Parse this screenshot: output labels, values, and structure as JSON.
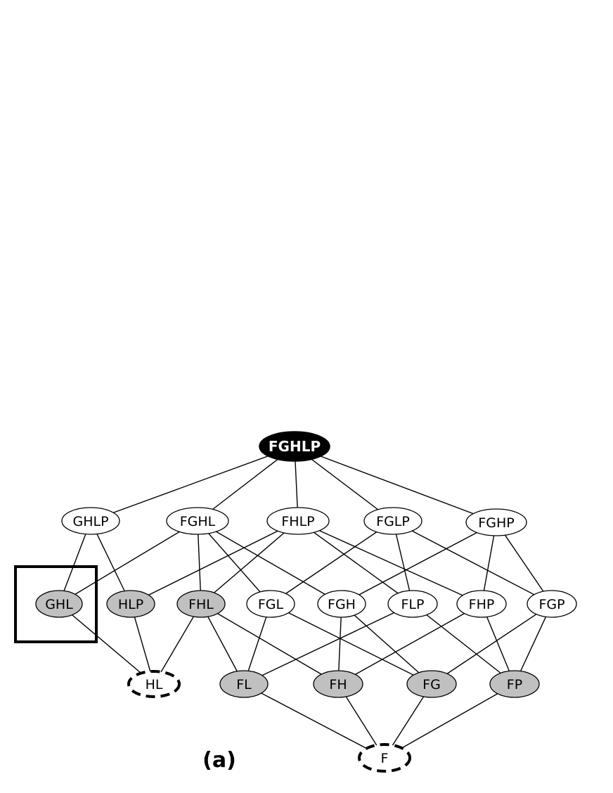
{
  "caption": "(a)",
  "colors": {
    "root_fill": "#000000",
    "shaded_fill": "#c0c0c0",
    "plain_fill": "#ffffff",
    "stroke": "#000000"
  },
  "nodes": {
    "FGHLP": {
      "label": "FGHLP",
      "style": "root"
    },
    "GHLP": {
      "label": "GHLP",
      "style": "plain"
    },
    "FGHL": {
      "label": "FGHL",
      "style": "plain"
    },
    "FHLP": {
      "label": "FHLP",
      "style": "plain"
    },
    "FGLP": {
      "label": "FGLP",
      "style": "plain"
    },
    "FGHP": {
      "label": "FGHP",
      "style": "plain"
    },
    "GHL": {
      "label": "GHL",
      "style": "shaded",
      "boxed": true
    },
    "HLP": {
      "label": "HLP",
      "style": "shaded"
    },
    "FHL": {
      "label": "FHL",
      "style": "shaded"
    },
    "FGL": {
      "label": "FGL",
      "style": "plain"
    },
    "FGH": {
      "label": "FGH",
      "style": "plain"
    },
    "FLP": {
      "label": "FLP",
      "style": "plain"
    },
    "FHP": {
      "label": "FHP",
      "style": "plain"
    },
    "FGP": {
      "label": "FGP",
      "style": "plain"
    },
    "HL": {
      "label": "HL",
      "style": "dashed"
    },
    "FL": {
      "label": "FL",
      "style": "shaded"
    },
    "FH": {
      "label": "FH",
      "style": "shaded"
    },
    "FG": {
      "label": "FG",
      "style": "shaded"
    },
    "FP": {
      "label": "FP",
      "style": "shaded"
    },
    "F": {
      "label": "F",
      "style": "dashed"
    }
  },
  "edges": [
    [
      "FGHLP",
      "GHLP"
    ],
    [
      "FGHLP",
      "FGHL"
    ],
    [
      "FGHLP",
      "FHLP"
    ],
    [
      "FGHLP",
      "FGLP"
    ],
    [
      "FGHLP",
      "FGHP"
    ],
    [
      "GHLP",
      "GHL"
    ],
    [
      "GHLP",
      "HLP"
    ],
    [
      "FGHL",
      "GHL"
    ],
    [
      "FGHL",
      "FHL"
    ],
    [
      "FGHL",
      "FGL"
    ],
    [
      "FGHL",
      "FGH"
    ],
    [
      "FHLP",
      "HLP"
    ],
    [
      "FHLP",
      "FHL"
    ],
    [
      "FHLP",
      "FLP"
    ],
    [
      "FHLP",
      "FHP"
    ],
    [
      "FGLP",
      "FGL"
    ],
    [
      "FGLP",
      "FLP"
    ],
    [
      "FGLP",
      "FGP"
    ],
    [
      "FGHP",
      "FGH"
    ],
    [
      "FGHP",
      "FHP"
    ],
    [
      "FGHP",
      "FGP"
    ],
    [
      "GHL",
      "HL"
    ],
    [
      "HLP",
      "HL"
    ],
    [
      "FHL",
      "HL"
    ],
    [
      "FHL",
      "FL"
    ],
    [
      "FHL",
      "FH"
    ],
    [
      "FGL",
      "FL"
    ],
    [
      "FGL",
      "FG"
    ],
    [
      "FGH",
      "FH"
    ],
    [
      "FGH",
      "FG"
    ],
    [
      "FLP",
      "FL"
    ],
    [
      "FLP",
      "FP"
    ],
    [
      "FHP",
      "FH"
    ],
    [
      "FHP",
      "FP"
    ],
    [
      "FGP",
      "FG"
    ],
    [
      "FGP",
      "FP"
    ],
    [
      "FL",
      "F"
    ],
    [
      "FH",
      "F"
    ],
    [
      "FG",
      "F"
    ],
    [
      "FP",
      "F"
    ]
  ]
}
